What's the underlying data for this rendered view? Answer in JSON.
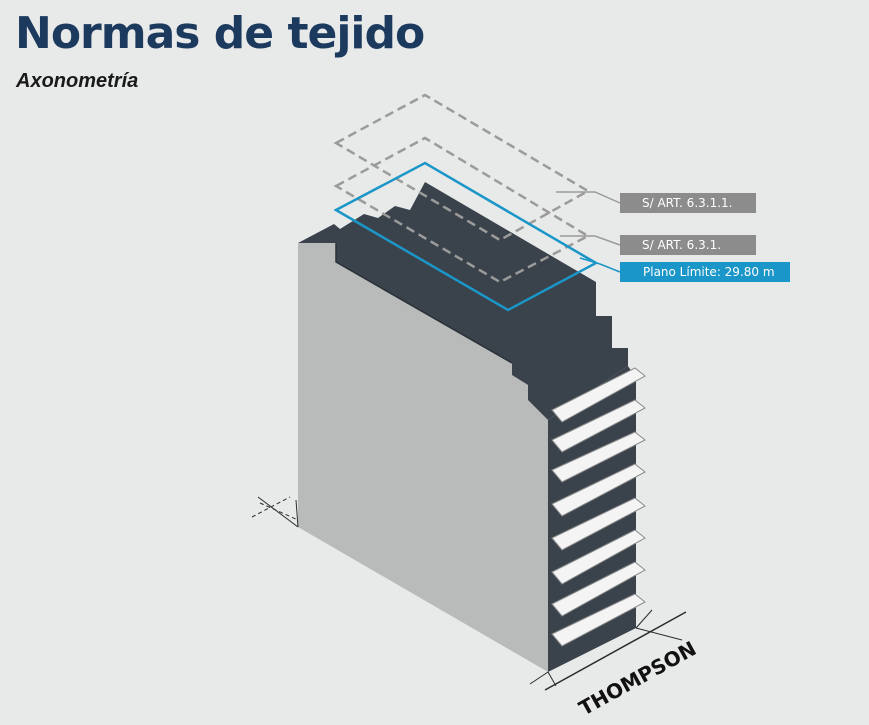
{
  "header": {
    "title": "Normas de tejido",
    "subtitle": "Axonometría"
  },
  "labels": {
    "art_6311": "S/ ART. 6.3.1.1.",
    "art_631": "S/ ART. 6.3.1.",
    "plano_limite": "Plano Límite: 29.80 m",
    "street": "THOMPSON"
  },
  "colors": {
    "background": "#e8e9e9",
    "title": "#1c3a5e",
    "building_dark": "#3a434c",
    "facade_light": "#b9bbbb",
    "balcony": "#f4f4f4",
    "dashed_plane": "#9b9b9b",
    "limit_plane": "#1b96c8",
    "label_gray": "#8c8c8c",
    "label_blue": "#1b96c8"
  }
}
